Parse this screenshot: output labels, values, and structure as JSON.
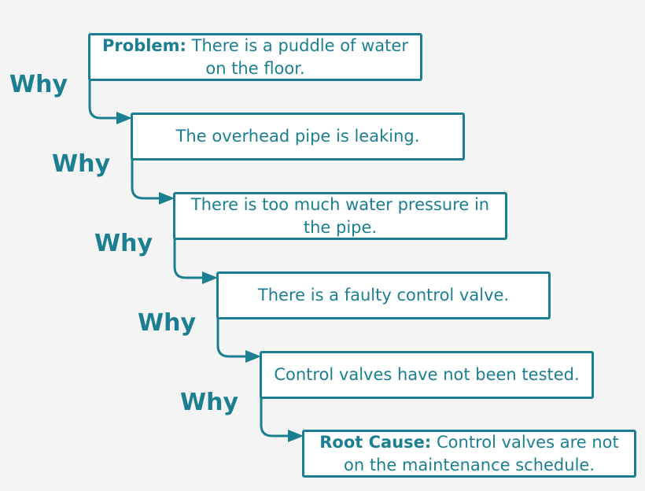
{
  "colors": {
    "accent": "#1b7f91",
    "background": "#f4f4f4",
    "box_fill": "#ffffff"
  },
  "steps": [
    {
      "label": "Problem:",
      "text": "There is a puddle of water on the floor."
    },
    {
      "label": "",
      "text": "The overhead pipe is leaking."
    },
    {
      "label": "",
      "text": "There is too much water pressure in the pipe."
    },
    {
      "label": "",
      "text": "There is a faulty control valve."
    },
    {
      "label": "",
      "text": "Control valves have not been tested."
    },
    {
      "label": "Root Cause:",
      "text": "Control valves are not on the maintenance schedule."
    }
  ],
  "why_labels": [
    "Why",
    "Why",
    "Why",
    "Why",
    "Why"
  ]
}
